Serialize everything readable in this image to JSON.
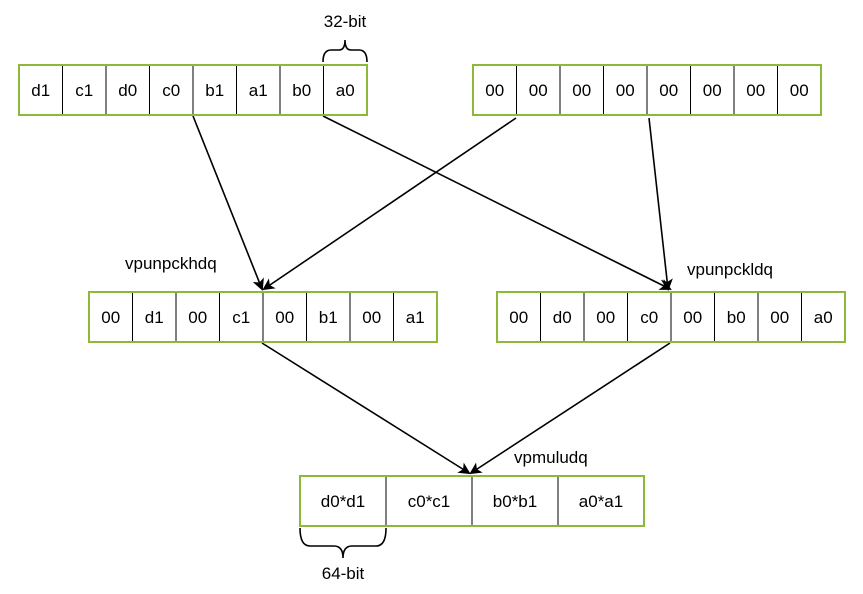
{
  "registers": {
    "source_a": [
      "d1",
      "c1",
      "d0",
      "c0",
      "b1",
      "a1",
      "b0",
      "a0"
    ],
    "source_zero": [
      "00",
      "00",
      "00",
      "00",
      "00",
      "00",
      "00",
      "00"
    ],
    "unpack_high": [
      "00",
      "d1",
      "00",
      "c1",
      "00",
      "b1",
      "00",
      "a1"
    ],
    "unpack_low": [
      "00",
      "d0",
      "00",
      "c0",
      "00",
      "b0",
      "00",
      "a0"
    ],
    "product": [
      "d0*d1",
      "c0*c1",
      "b0*b1",
      "a0*a1"
    ]
  },
  "labels": {
    "width_32": "32-bit",
    "width_64": "64-bit",
    "op_high": "vpunpckhdq",
    "op_low": "vpunpckldq",
    "op_mul": "vpmuludq"
  },
  "colors": {
    "frame": "#8db83a",
    "line": "#000000"
  }
}
